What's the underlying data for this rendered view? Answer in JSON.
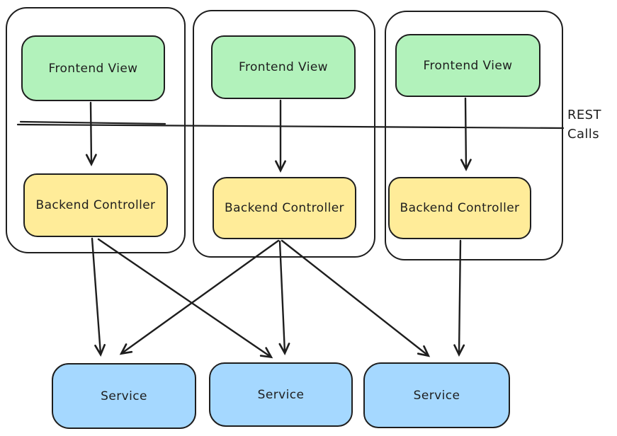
{
  "diagram": {
    "colors": {
      "stroke": "#1e1e1e",
      "frontend_fill": "#b2f2bb",
      "backend_fill": "#ffec99",
      "service_fill": "#a5d8ff",
      "background": "#ffffff"
    },
    "columns": [
      {
        "frontend_label": "Frontend View",
        "backend_label": "Backend Controller"
      },
      {
        "frontend_label": "Frontend View",
        "backend_label": "Backend Controller"
      },
      {
        "frontend_label": "Frontend View",
        "backend_label": "Backend Controller"
      }
    ],
    "services": [
      {
        "label": "Service"
      },
      {
        "label": "Service"
      },
      {
        "label": "Service"
      }
    ],
    "rest_label": {
      "line1": "REST",
      "line2": "Calls"
    },
    "edges": [
      {
        "from": "frontend-1",
        "to": "backend-1"
      },
      {
        "from": "frontend-2",
        "to": "backend-2"
      },
      {
        "from": "frontend-3",
        "to": "backend-3"
      },
      {
        "from": "backend-1",
        "to": "service-1"
      },
      {
        "from": "backend-1",
        "to": "service-2"
      },
      {
        "from": "backend-2",
        "to": "service-1"
      },
      {
        "from": "backend-2",
        "to": "service-2"
      },
      {
        "from": "backend-2",
        "to": "service-3"
      },
      {
        "from": "backend-3",
        "to": "service-3"
      }
    ]
  }
}
